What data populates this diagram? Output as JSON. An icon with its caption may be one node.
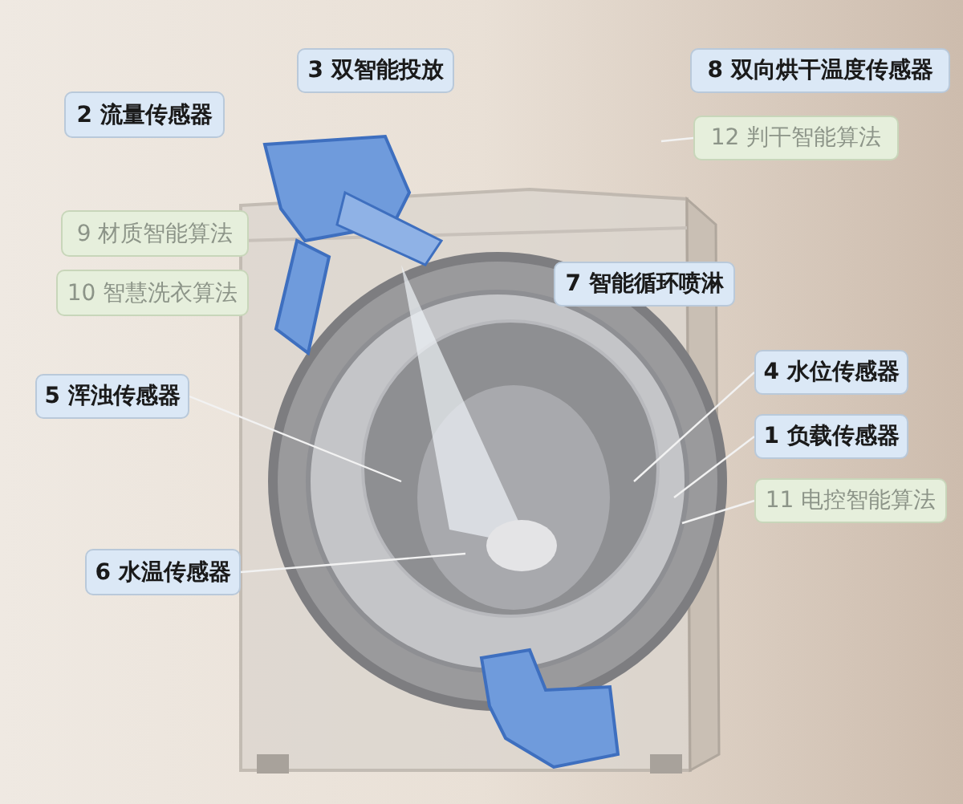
{
  "diagram": {
    "nodes": [
      {
        "text": [
          "3 双智能投放"
        ]
      },
      {
        "text": [
          "8 双向烘干温度传感器"
        ]
      },
      {
        "text": [
          "2 流量传感器"
        ]
      },
      {
        "text": [
          "12 判干智能算法"
        ]
      },
      {
        "text": [
          "9 材质智能算法"
        ]
      },
      {
        "text": [
          "10 智慧洗衣算法"
        ]
      },
      {
        "text": [
          "7 智能循环喷淋"
        ]
      },
      {
        "text": [
          "4 水位传感器"
        ]
      },
      {
        "text": [
          "5 浑浊传感器"
        ]
      },
      {
        "text": [
          "1 负载传感器"
        ]
      },
      {
        "text": [
          "11 电控智能算法"
        ]
      },
      {
        "text": [
          "6 水温传感器"
        ]
      }
    ],
    "edges": [
      {
        "from": 3,
        "to": null,
        "arrow": "none"
      },
      {
        "from": 7,
        "to": null,
        "arrow": "none"
      },
      {
        "from": 8,
        "to": null,
        "arrow": "none"
      },
      {
        "from": 9,
        "to": null,
        "arrow": "none"
      },
      {
        "from": 10,
        "to": null,
        "arrow": "none"
      },
      {
        "from": 11,
        "to": null,
        "arrow": "none"
      }
    ]
  }
}
